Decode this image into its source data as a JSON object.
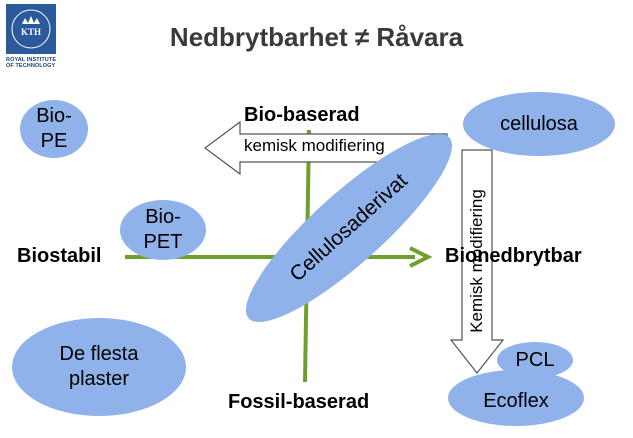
{
  "title": "Nedbrytbarhet ≠ Råvara",
  "logo": {
    "text": "KTH",
    "caption": "ROYAL INSTITUTE OF TECHNOLOGY"
  },
  "axes": {
    "top": "Bio-baserad",
    "bottom": "Fossil-baserad",
    "left": "Biostabil",
    "right": "Bionedbrytbar"
  },
  "arrows": {
    "horizontal_label": "kemisk modifiering",
    "vertical_label": "Kemisk modifiering"
  },
  "materials": {
    "bio_pe": "Bio-\nPE",
    "bio_pet": "Bio-\nPET",
    "cellulosa": "cellulosa",
    "cellulosaderivat": "Cellulosaderivat",
    "de_flesta_plaster": "De flesta\nplaster",
    "pcl": "PCL",
    "ecoflex": "Ecoflex"
  },
  "colors": {
    "ellipse": "#8fb2ea",
    "axis": "#6fa02c",
    "title": "#3a3a3a",
    "logo": "#2a5a9b"
  }
}
